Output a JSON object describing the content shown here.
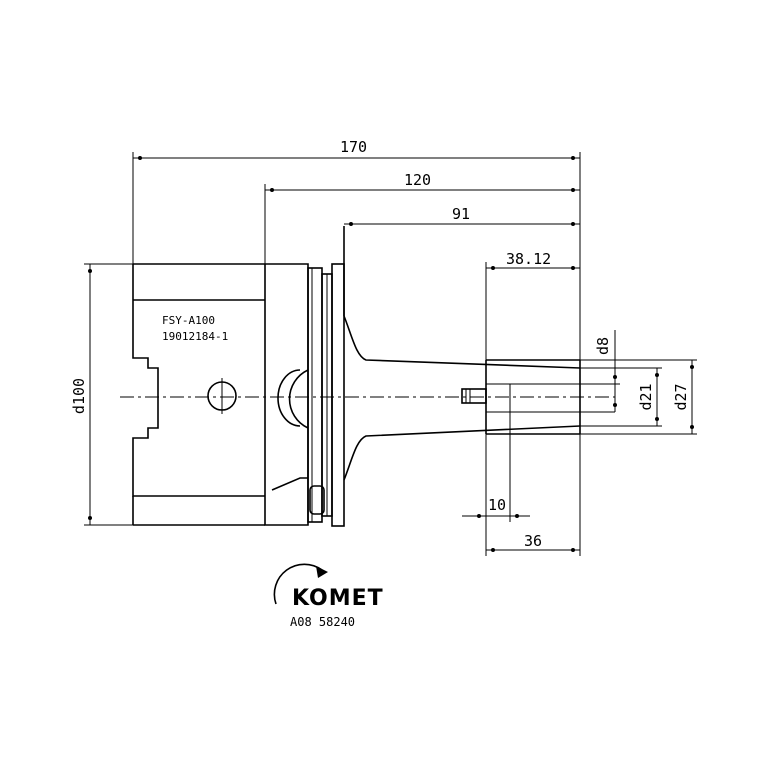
{
  "dimensions": {
    "overall_length": "170",
    "length_120": "120",
    "length_91": "91",
    "length_38_12": "38.12",
    "length_10": "10",
    "length_36": "36",
    "diameter_100": "d100",
    "diameter_21": "d21",
    "diameter_27": "d27",
    "diameter_8": "d8"
  },
  "part_labels": {
    "line1": "FSY-A100",
    "line2": "19012184-1"
  },
  "logo": {
    "brand": "KOMET",
    "code": "A08 58240"
  },
  "colors": {
    "line": "#000000",
    "background": "#ffffff"
  }
}
